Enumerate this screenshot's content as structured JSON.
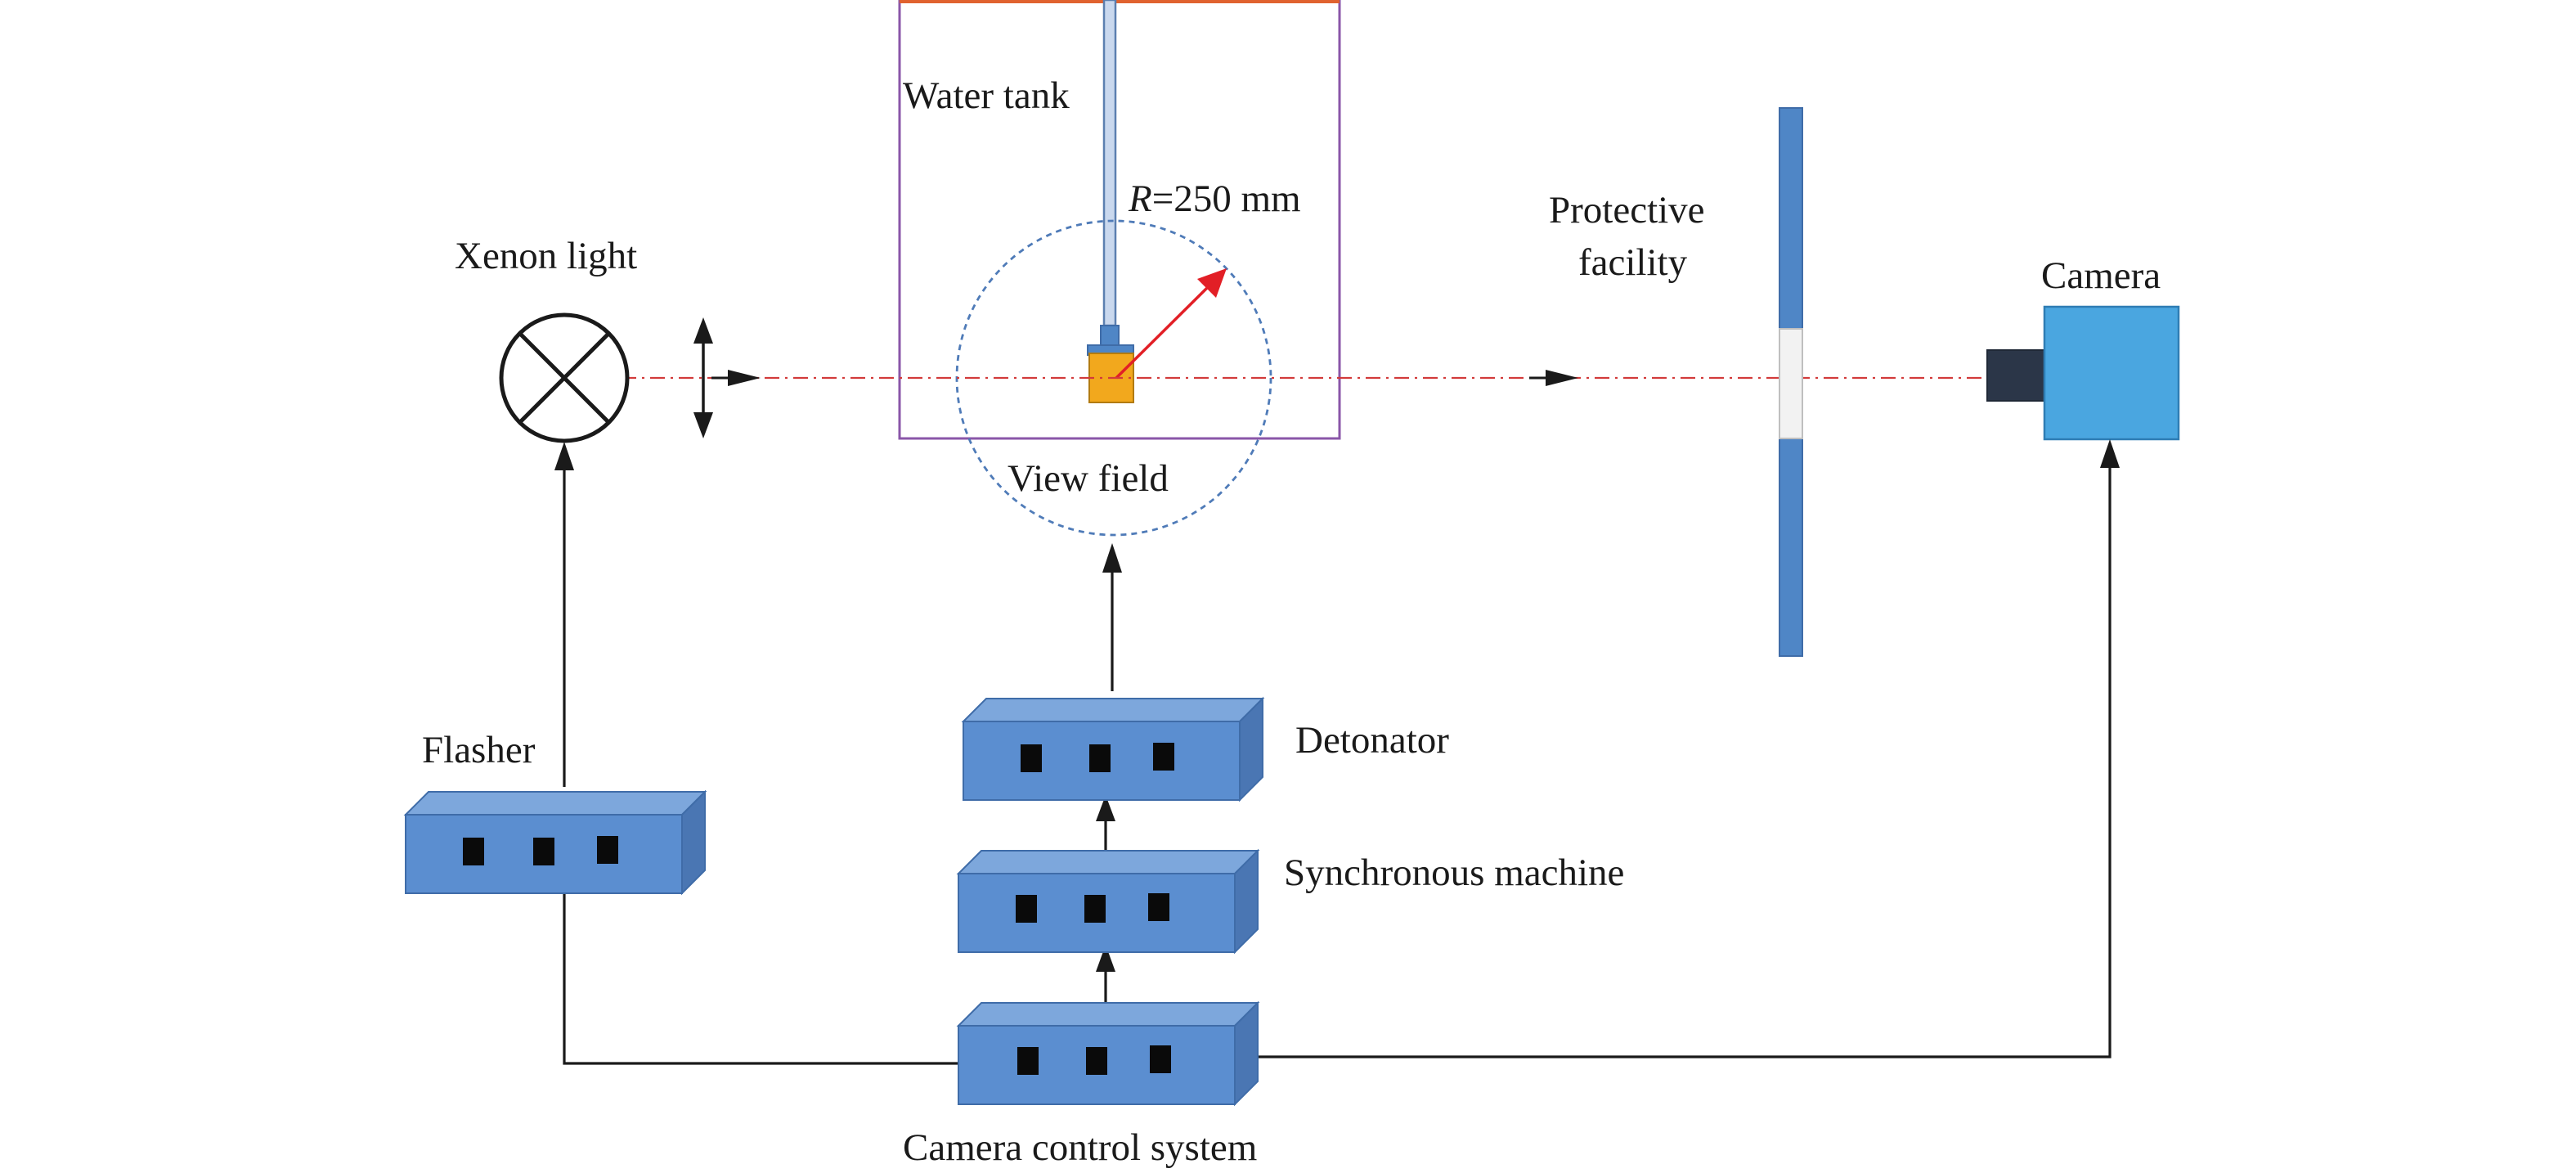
{
  "labels": {
    "water_tank": "Water tank",
    "radius_symbol": "R",
    "radius_value": "=250 mm",
    "xenon_light": "Xenon light",
    "view_field": "View field",
    "protective_line1": "Protective",
    "protective_line2": "facility",
    "camera": "Camera",
    "flasher": "Flasher",
    "detonator": "Detonator",
    "synchronous_machine": "Synchronous machine",
    "camera_control_system": "Camera control system"
  },
  "colors": {
    "device_front": "#5b8ed0",
    "device_top": "#7da7dc",
    "device_side": "#4a76b3",
    "tank_border": "#8a56a8",
    "tank_top_edge": "#e0622f",
    "view_field_circle": "#4f7bb8",
    "beam": "#d23b3b",
    "radius_arrow": "#e21f26",
    "charge": "#f2a81d",
    "camera_body": "#4aa6e0",
    "camera_lens": "#2b3648",
    "protective_plate": "#4f86c6",
    "protective_window": "#f2f2f2"
  }
}
